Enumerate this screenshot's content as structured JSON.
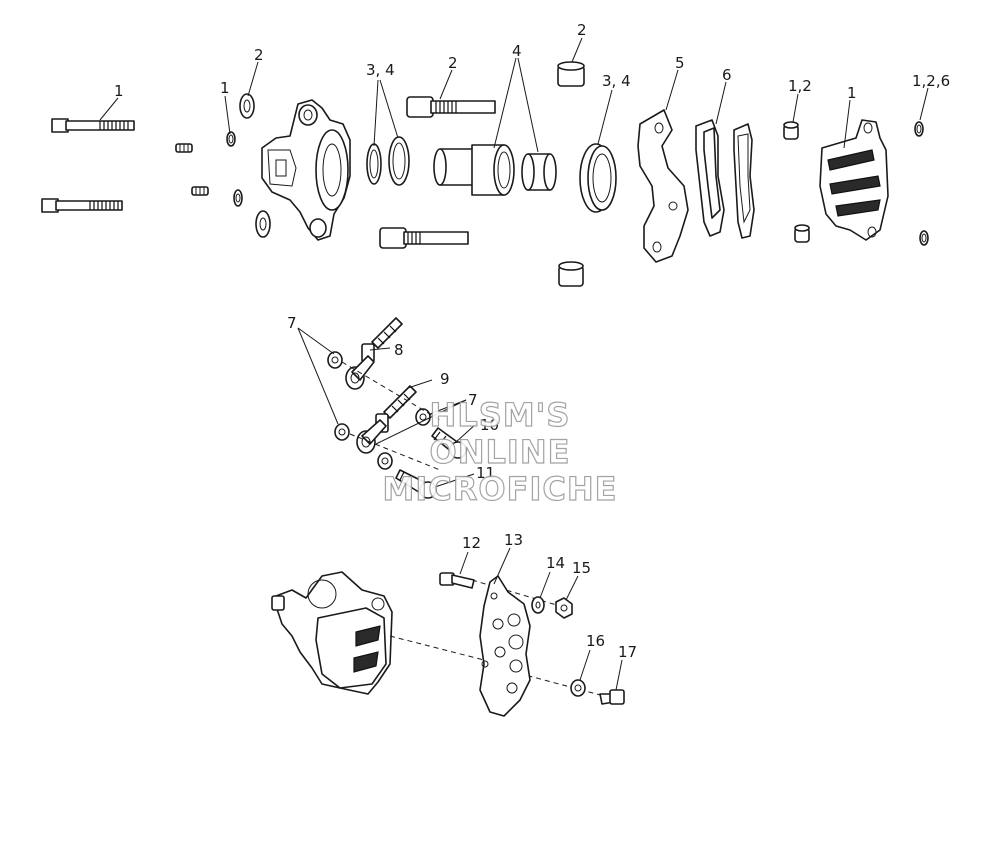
{
  "callouts": {
    "c1": "1",
    "c2": "2",
    "c3": "1",
    "c4": "3, 4",
    "c5": "2",
    "c6": "4",
    "c7": "2",
    "c8": "3, 4",
    "c9": "5",
    "c10": "6",
    "c11": "1,2",
    "c12": "1",
    "c13": "1,2,6",
    "c14": "7",
    "c15": "8",
    "c16": "9",
    "c17": "7",
    "c18": "10",
    "c19": "11",
    "c20": "12",
    "c21": "13",
    "c22": "14",
    "c23": "15",
    "c24": "16",
    "c25": "17"
  },
  "watermark": {
    "line1": "HLSM'S",
    "line2": "ONLINE",
    "line3": "MICROFICHE"
  }
}
